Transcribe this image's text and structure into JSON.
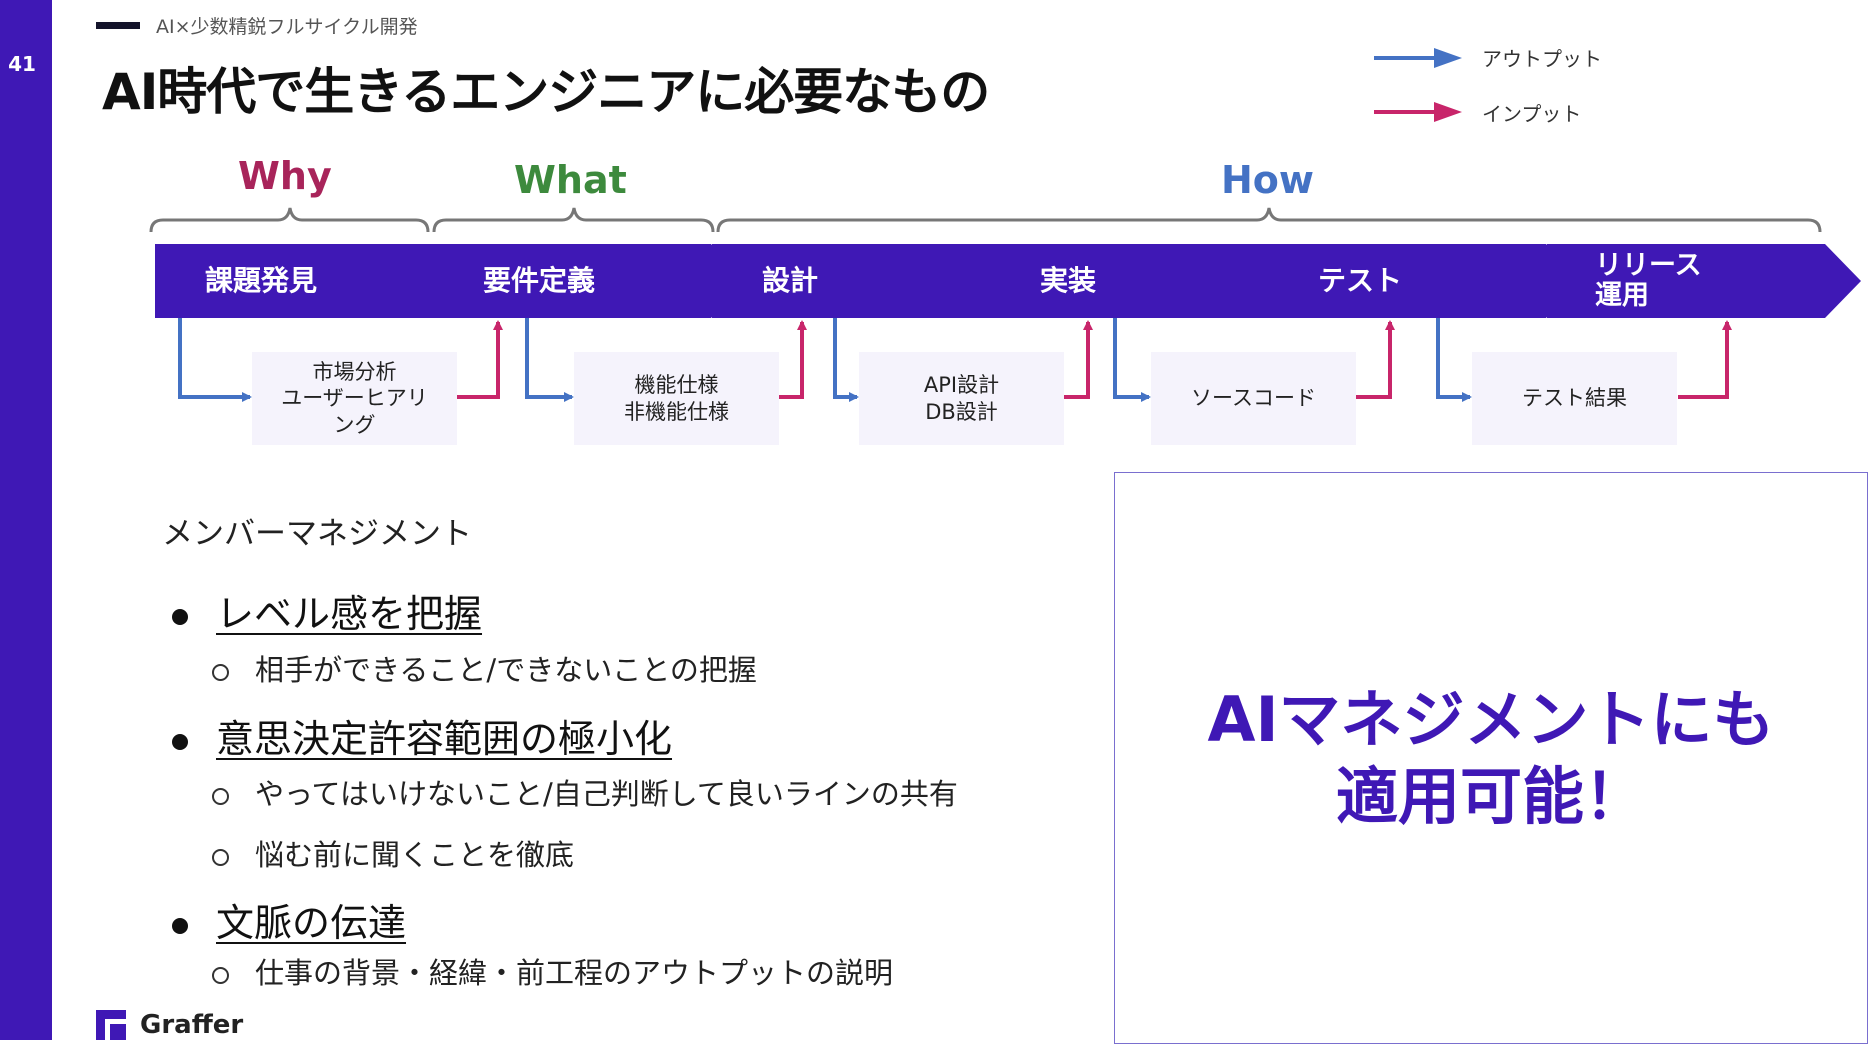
{
  "page_number": "41",
  "header": {
    "section": "AI×少数精鋭フルサイクル開発",
    "title": "AI時代で生きるエンジニアに必要なもの"
  },
  "legend": {
    "output": "アウトプット",
    "input": "インプット"
  },
  "phases": {
    "why": "Why",
    "what": "What",
    "how": "How"
  },
  "colors": {
    "accent": "#3f18b5",
    "output": "#4472c4",
    "input": "#c8256a",
    "why": "#a8245a",
    "what": "#3d8a3d",
    "how": "#4472c4"
  },
  "steps": [
    "課題発見",
    "要件定義",
    "設計",
    "実装",
    "テスト",
    "リリース\n運用"
  ],
  "artifacts": [
    "市場分析\nユーザーヒアリ\nング",
    "機能仕様\n非機能仕様",
    "API設計\nDB設計",
    "ソースコード",
    "テスト結果"
  ],
  "content": {
    "section": "メンバーマネジメント",
    "items": [
      {
        "level": 1,
        "text": "レベル感を把握"
      },
      {
        "level": 2,
        "text": "相手ができること/できないことの把握"
      },
      {
        "level": 1,
        "text": "意思決定許容範囲の極小化"
      },
      {
        "level": 2,
        "text": "やってはいけないこと/自己判断して良いラインの共有"
      },
      {
        "level": 2,
        "text": "悩む前に聞くことを徹底"
      },
      {
        "level": 1,
        "text": "文脈の伝達"
      },
      {
        "level": 2,
        "text": "仕事の背景・経緯・前工程のアウトプットの説明"
      }
    ]
  },
  "callout": {
    "line1": "AIマネジメントにも",
    "line2": "適用可能！"
  },
  "logo": {
    "name": "Graffer"
  }
}
